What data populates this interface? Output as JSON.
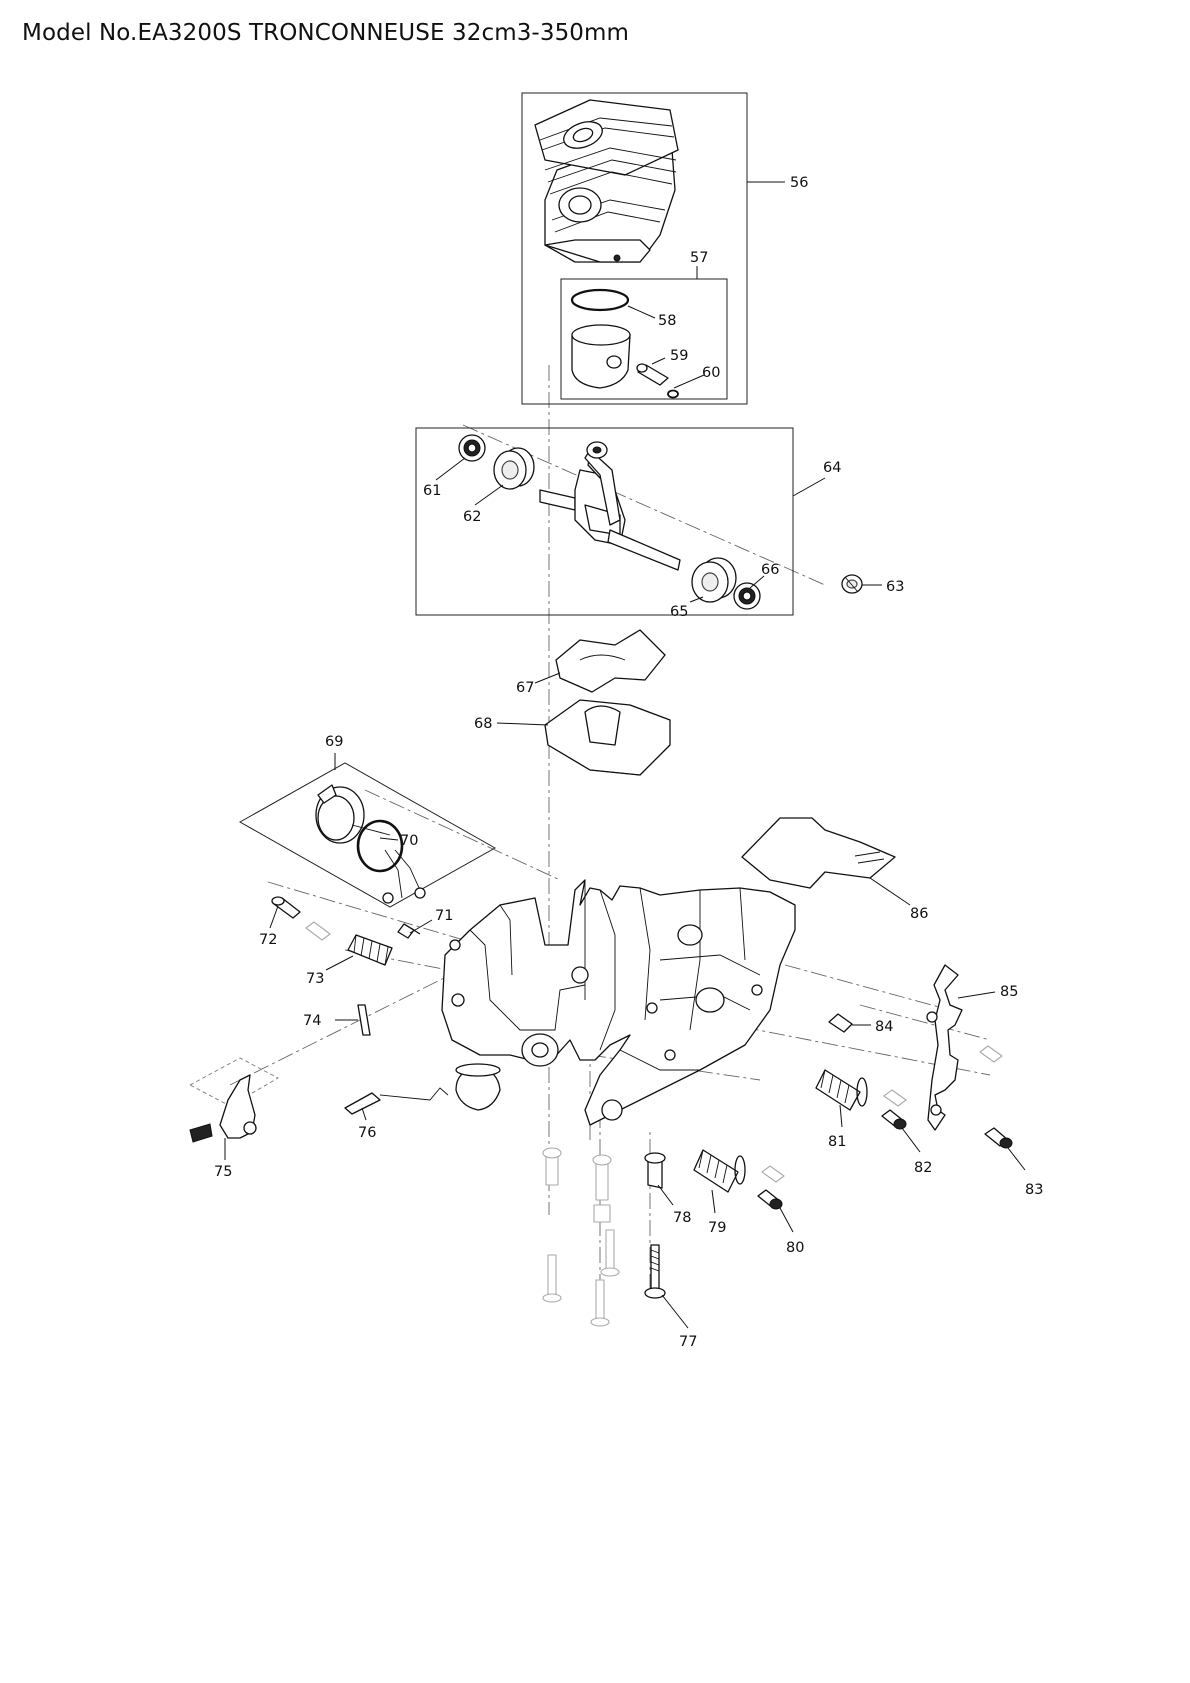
{
  "title": "Model No.EA3200S TRONCONNEUSE 32cm3-350mm",
  "callouts": [
    "56",
    "57",
    "58",
    "59",
    "60",
    "61",
    "62",
    "63",
    "64",
    "65",
    "66",
    "67",
    "68",
    "69",
    "70",
    "71",
    "72",
    "73",
    "74",
    "75",
    "76",
    "77",
    "78",
    "79",
    "80",
    "81",
    "82",
    "83",
    "84",
    "85",
    "86"
  ]
}
